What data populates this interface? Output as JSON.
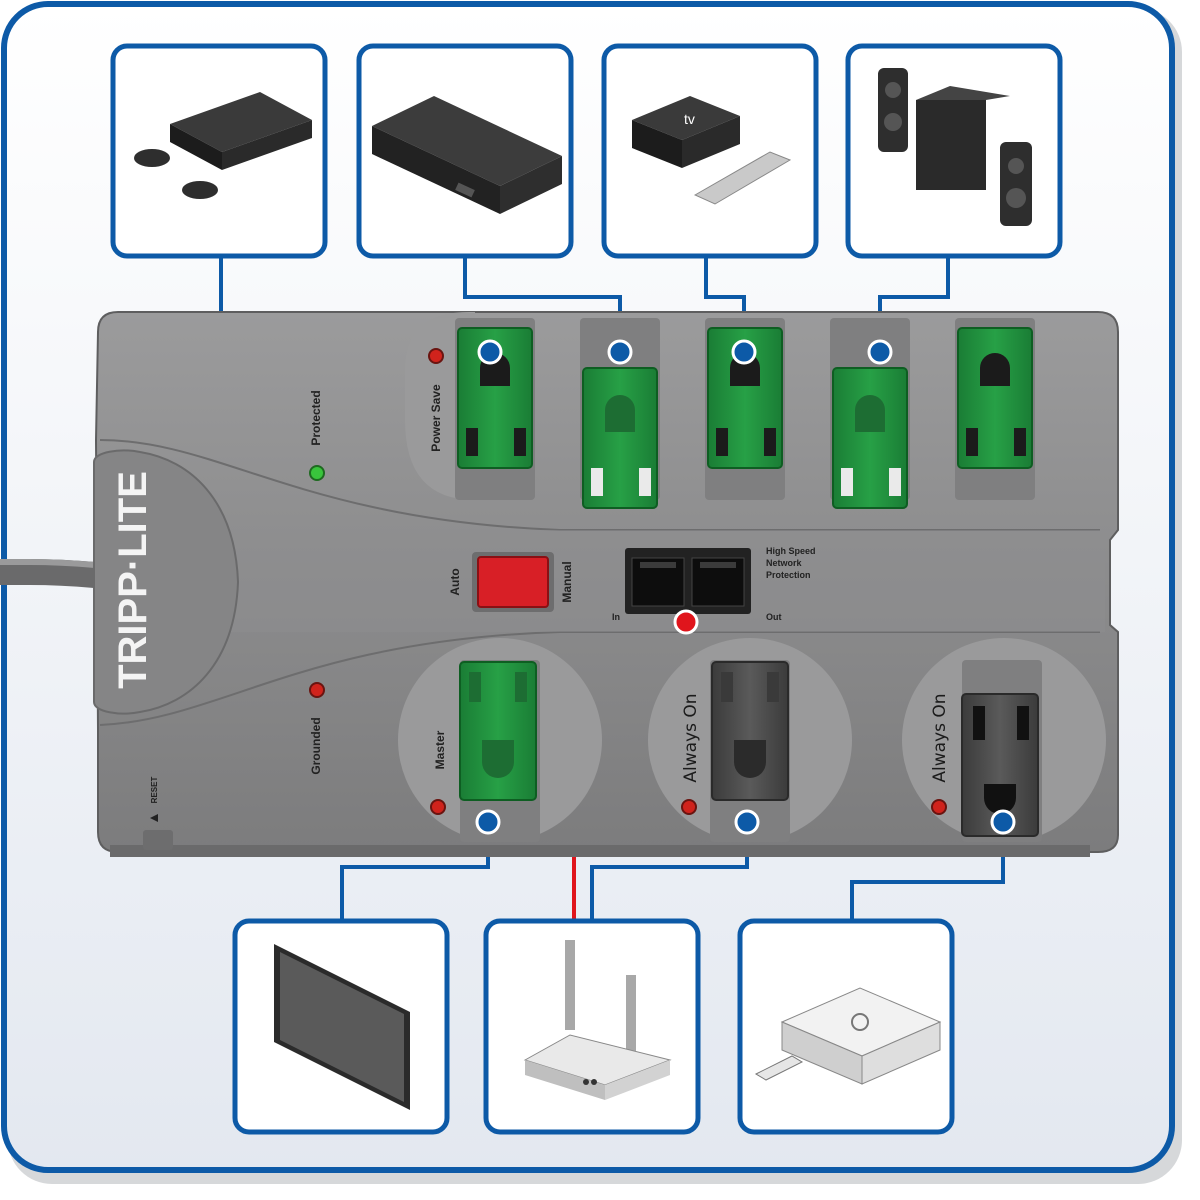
{
  "brand": "TRIPP·LITE",
  "strip_labels": {
    "protected": "Protected",
    "grounded": "Grounded",
    "power_save": "Power Save",
    "master": "Master",
    "always_on_1": "Always On",
    "always_on_2": "Always On",
    "auto": "Auto",
    "manual": "Manual",
    "network_line1": "High Speed",
    "network_line2": "Network",
    "network_line3": "Protection",
    "port_in": "In",
    "port_out": "Out",
    "reset": "RESET",
    "apple_tv": "tv"
  },
  "devices": {
    "top": [
      "game-console",
      "blu-ray-player",
      "apple-tv",
      "speaker-system"
    ],
    "bottom": [
      "monitor",
      "wifi-router",
      "av-receiver"
    ]
  },
  "colors": {
    "frame_border": "#0d5aa7",
    "frame_bg": "#eef1f6",
    "strip_body": "#8b8b8c",
    "outlet_green": "#1c8a3a",
    "outlet_gray": "#4b4b4b",
    "connector_blue": "#0d5aa7",
    "network_red": "#e0151c",
    "led_red": "#d0231c",
    "led_green": "#39c43c"
  }
}
